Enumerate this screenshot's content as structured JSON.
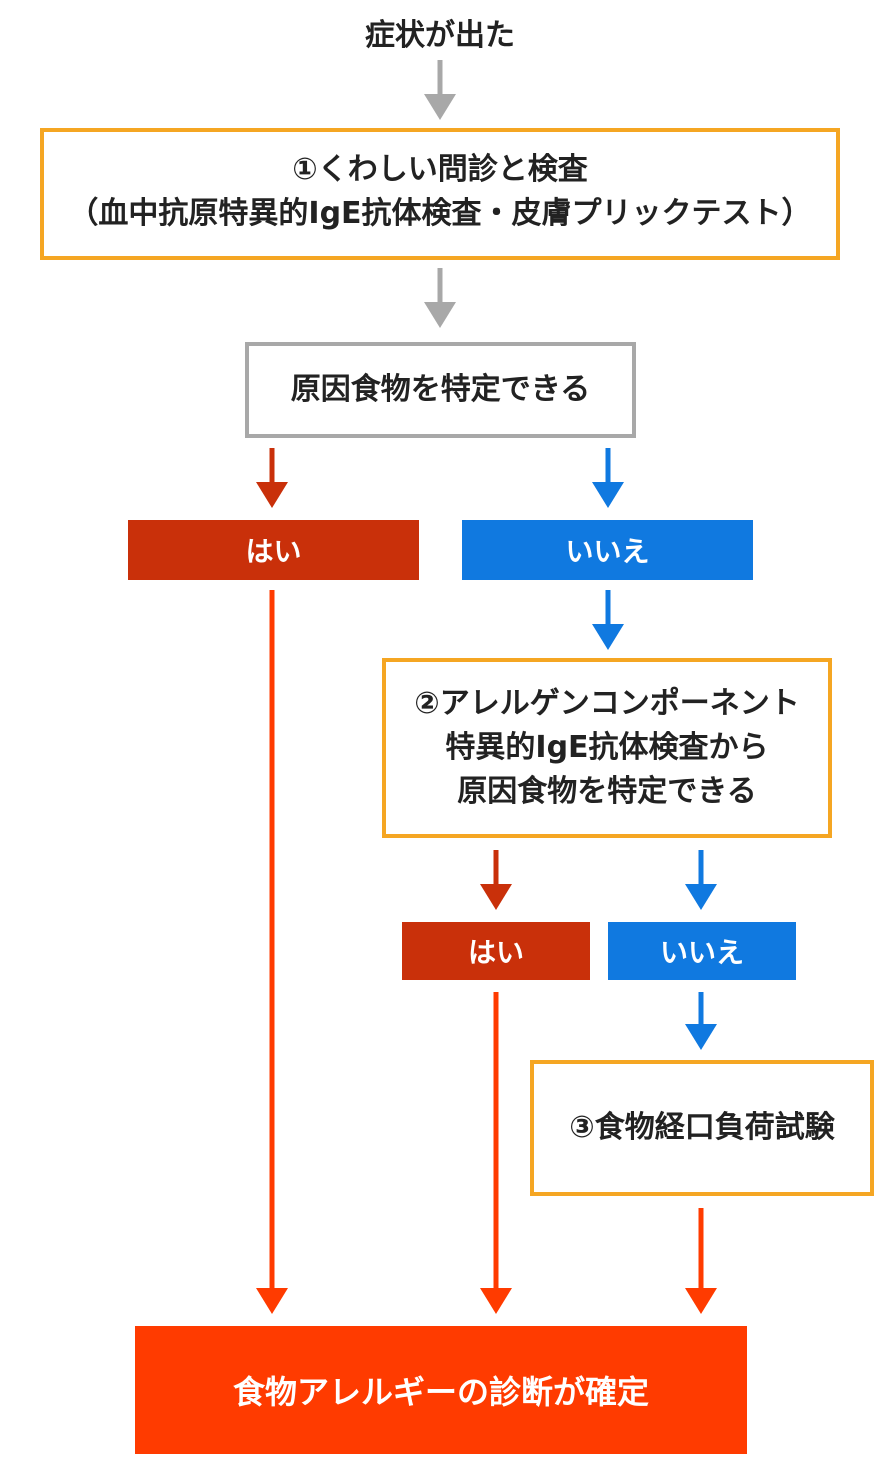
{
  "start": {
    "label": "症状が出た"
  },
  "step1": {
    "line1": "①くわしい問診と検査",
    "line2": "（血中抗原特異的IgE抗体検査・皮膚プリックテスト）"
  },
  "question1": {
    "label": "原因食物を特定できる"
  },
  "yes1": {
    "label": "はい"
  },
  "no1": {
    "label": "いいえ"
  },
  "step2": {
    "line1": "②アレルゲンコンポーネント",
    "line2": "特異的IgE抗体検査から",
    "line3": "原因食物を特定できる"
  },
  "yes2": {
    "label": "はい"
  },
  "no2": {
    "label": "いいえ"
  },
  "step3": {
    "label": "③食物経口負荷試験"
  },
  "result": {
    "label": "食物アレルギーの診断が確定"
  },
  "colors": {
    "gray_arrow": "#a8a8a8",
    "red": "#c9300a",
    "blue": "#1079e0",
    "orange_border": "#f5a623",
    "final": "#ff3b00",
    "final_arrow": "#ff3b00"
  }
}
